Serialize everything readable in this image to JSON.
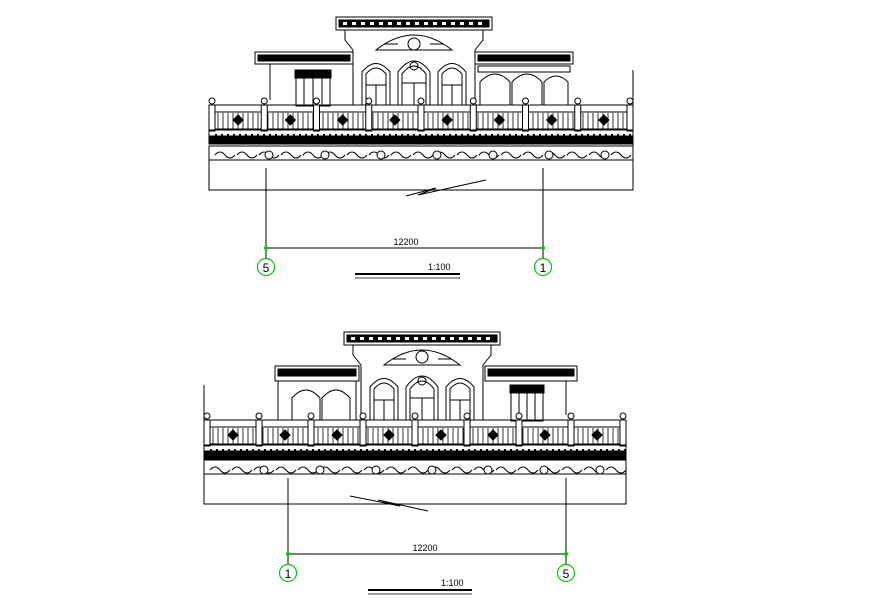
{
  "colors": {
    "background": "#ffffff",
    "line": "#000000",
    "axis_marker": "#00c800"
  },
  "elevations": [
    {
      "dimension_text": "12200",
      "scale_text": "1:100",
      "left_axis_label": "5",
      "right_axis_label": "1"
    },
    {
      "dimension_text": "12200",
      "scale_text": "1:100",
      "left_axis_label": "1",
      "right_axis_label": "5"
    }
  ]
}
